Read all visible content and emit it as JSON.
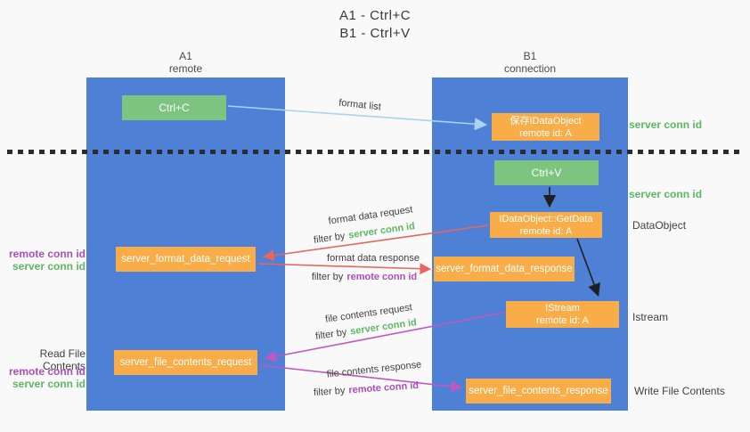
{
  "title": {
    "line1": "A1 - Ctrl+C",
    "line2": "B1 - Ctrl+V"
  },
  "lanes": {
    "left": {
      "id": "A1",
      "label": "remote"
    },
    "right": {
      "id": "B1",
      "label": "connection"
    }
  },
  "boxes": {
    "ctrl_c": {
      "label": "Ctrl+C"
    },
    "save_idataobject": {
      "line1": "保存IDataObject",
      "line2": "remote id: A"
    },
    "ctrl_v": {
      "label": "Ctrl+V"
    },
    "getdata": {
      "line1": "IDataObject::GetData",
      "line2": "remote id: A"
    },
    "istream": {
      "line1": "IStream",
      "line2": "remote id: A"
    },
    "format_request": {
      "label": "server_format_data_request"
    },
    "format_response": {
      "label": "server_format_data_response"
    },
    "file_request": {
      "label": "server_file_contents_request"
    },
    "file_response": {
      "label": "server_file_contents_response"
    }
  },
  "arrow_labels": {
    "format_list": "format list",
    "format_data_request": "format data request",
    "format_data_response": "format data response",
    "file_contents_request": "file contents request",
    "file_contents_response": "file contents response",
    "filter_by": "filter by",
    "server_conn_id": "server conn id",
    "remote_conn_id": "remote conn id"
  },
  "annotations": {
    "server_conn_id": "server conn id",
    "remote_conn_id": "remote conn id",
    "dataobject": "DataObject",
    "istream": "Istream",
    "read_file_contents": "Read File Contents",
    "write_file_contents": "Write File Contents"
  },
  "colors": {
    "lane_blue": "#4e80d6",
    "box_green": "#7cc47f",
    "box_orange": "#f9ad49",
    "green_text": "#5cb860",
    "purple_text": "#ab4ebb",
    "salmon": "#e8665e",
    "magenta": "#c157c1",
    "lightblue": "#a9d3f2",
    "ink": "#3f3f3f"
  }
}
